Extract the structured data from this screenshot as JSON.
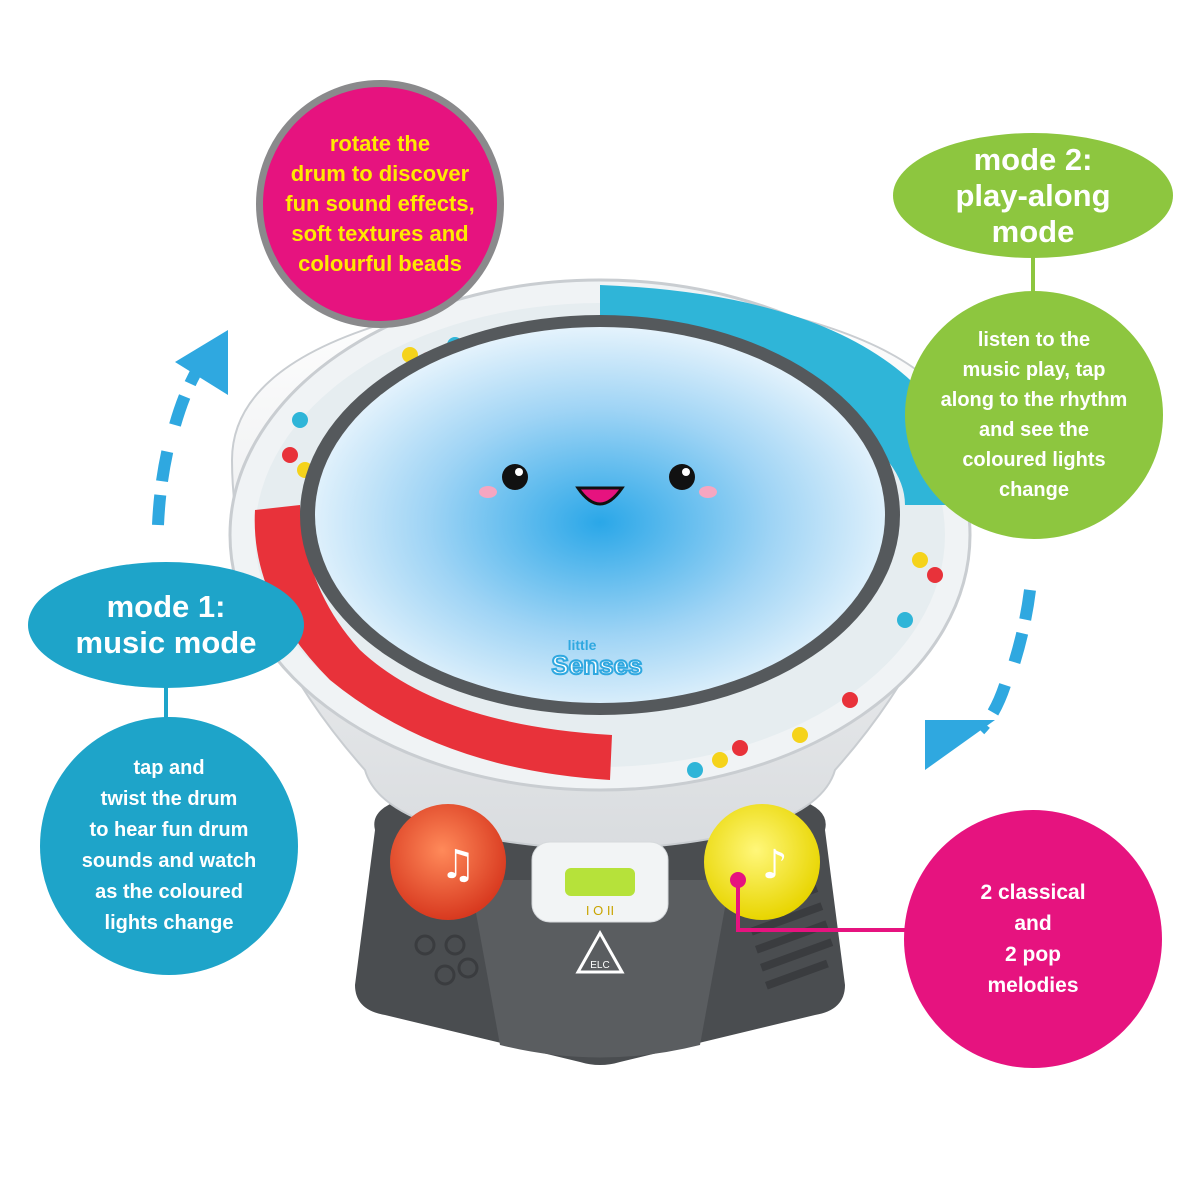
{
  "callouts": {
    "rotate": "rotate the\ndrum to discover\nfun sound effects,\nsoft textures and\ncolourful beads",
    "mode2_title": "mode 2:\nplay-along\nmode",
    "mode2_desc": "listen to the\nmusic play, tap\nalong to the rhythm\nand see the\ncoloured lights\nchange",
    "mode1_title": "mode 1:\nmusic mode",
    "mode1_desc": "tap and\ntwist the drum\nto hear fun drum\nsounds and watch\nas the coloured\nlights change",
    "melodies": "2 classical\nand\n2 pop\nmelodies"
  },
  "product": {
    "logo_top": "little",
    "logo_main": "Senses",
    "brand_badge": "ELC",
    "switch_labels": "I  O  II"
  },
  "colors": {
    "pink": "#e6137f",
    "green": "#8dc63f",
    "blue": "#1ea4c9",
    "yellow_text": "#ffea00",
    "arrow_blue": "#2fa8e0",
    "red_grip": "#e8323a",
    "teal_grip": "#2fb5d8",
    "dark_base": "#4a4d50"
  },
  "icons": [
    "curved-arrow-up-icon",
    "curved-arrow-down-icon",
    "music-note-icon"
  ]
}
